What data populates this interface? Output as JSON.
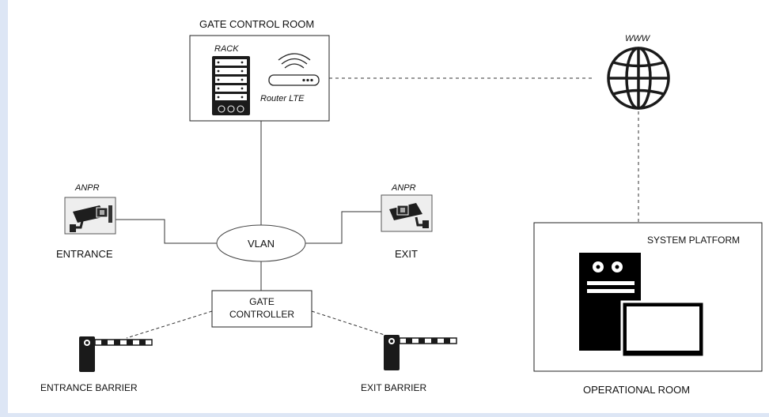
{
  "labels": {
    "gate_control_room": "GATE CONTROL ROOM",
    "rack": "RACK",
    "router": "Router LTE",
    "www": "WWW",
    "anpr_left": "ANPR",
    "anpr_right": "ANPR",
    "entrance": "ENTRANCE",
    "exit": "EXIT",
    "vlan": "VLAN",
    "gate_controller_line1": "GATE",
    "gate_controller_line2": "CONTROLLER",
    "entrance_barrier": "ENTRANCE BARRIER",
    "exit_barrier": "EXIT BARRIER",
    "system_platform": "SYSTEM PLATFORM",
    "operational_room": "OPERATIONAL ROOM"
  },
  "icons": {
    "rack": "server-rack-icon",
    "router": "wifi-router-icon",
    "globe": "globe-icon",
    "camera": "anpr-camera-icon",
    "barrier": "boom-barrier-icon",
    "server": "server-workstation-icon"
  },
  "colors": {
    "background": "#dde6f5",
    "canvas": "#ffffff",
    "stroke": "#222222"
  }
}
